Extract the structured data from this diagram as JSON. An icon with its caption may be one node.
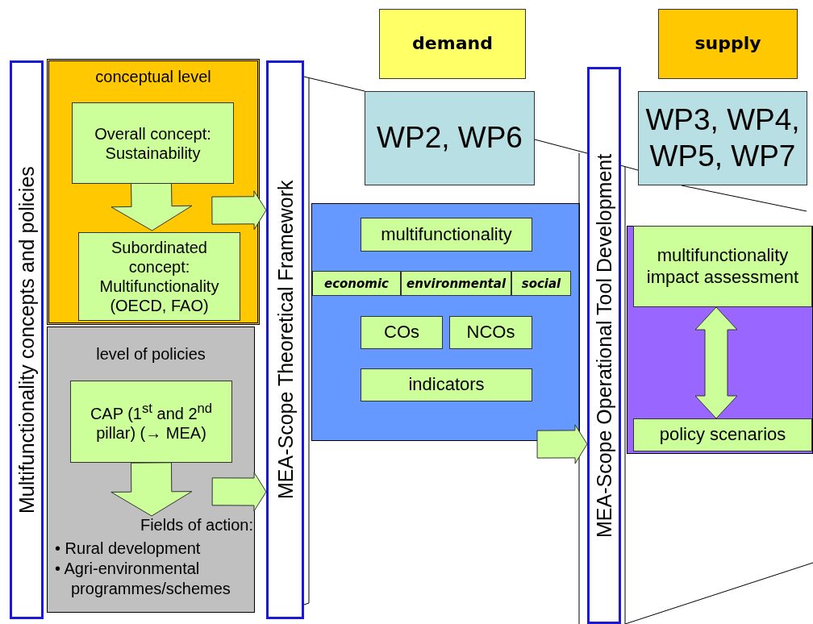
{
  "diagram": {
    "nodes": [
      {
        "text": [
          "Multifunctionality concepts and policies"
        ]
      },
      {
        "text": [
          "conceptual level"
        ]
      },
      {
        "text": [
          "Overall concept: Sustainability"
        ],
        "in": 1
      },
      {
        "text": [
          "Subordinated concept: Multifunctionality (OECD, FAO)"
        ],
        "in": 1
      },
      {
        "text": [
          "level of policies"
        ]
      },
      {
        "text": [
          "CAP (1$^{st}$ and 2$^{nd}$ pillar) (→ MEA)"
        ],
        "in": 4
      },
      {
        "text": [
          "Fields of action:",
          "• Rural development",
          "• Agri-environmental programmes/schemes"
        ],
        "in": 4
      },
      {
        "text": [
          "MEA-Scope Theoretical Framework"
        ]
      },
      {
        "text": [
          "demand"
        ]
      },
      {
        "text": [
          "WP2, WP6"
        ]
      },
      {
        "text": [],
        "shape": "box"
      },
      {
        "text": [
          "multifunctionality"
        ],
        "in": 10
      },
      {
        "text": [
          "economic"
        ],
        "in": 10
      },
      {
        "text": [
          "environmental"
        ],
        "in": 10
      },
      {
        "text": [
          "social"
        ],
        "in": 10
      },
      {
        "text": [
          "COs"
        ],
        "in": 10
      },
      {
        "text": [
          "NCOs"
        ],
        "in": 10
      },
      {
        "text": [
          "indicators"
        ],
        "in": 10
      },
      {
        "text": [
          "MEA-Scope Operational Tool Development"
        ]
      },
      {
        "text": [
          "supply"
        ]
      },
      {
        "text": [
          "WP3, WP4, WP5, WP7"
        ]
      },
      {
        "text": [],
        "shape": "box"
      },
      {
        "text": [
          "multifunctionality impact assessment"
        ],
        "in": 21
      },
      {
        "text": [
          "policy scenarios"
        ],
        "in": 21
      }
    ],
    "edges": [
      {
        "from": 2,
        "to": 3,
        "arrow": "to"
      },
      {
        "from": 5,
        "to": 6,
        "arrow": "to"
      },
      {
        "from": 1,
        "to": 7,
        "arrow": "to"
      },
      {
        "from": 4,
        "to": 7,
        "arrow": "to"
      },
      {
        "from": 10,
        "to": 18,
        "arrow": "to"
      },
      {
        "from": 22,
        "to": 23,
        "arrow": "both"
      },
      {
        "from": 7,
        "to": 9,
        "arrow": "none"
      },
      {
        "from": 9,
        "to": 18,
        "arrow": "none"
      },
      {
        "from": 18,
        "to": 20,
        "arrow": "none"
      },
      {
        "from": 20,
        "to": null,
        "arrow": "none"
      }
    ]
  }
}
